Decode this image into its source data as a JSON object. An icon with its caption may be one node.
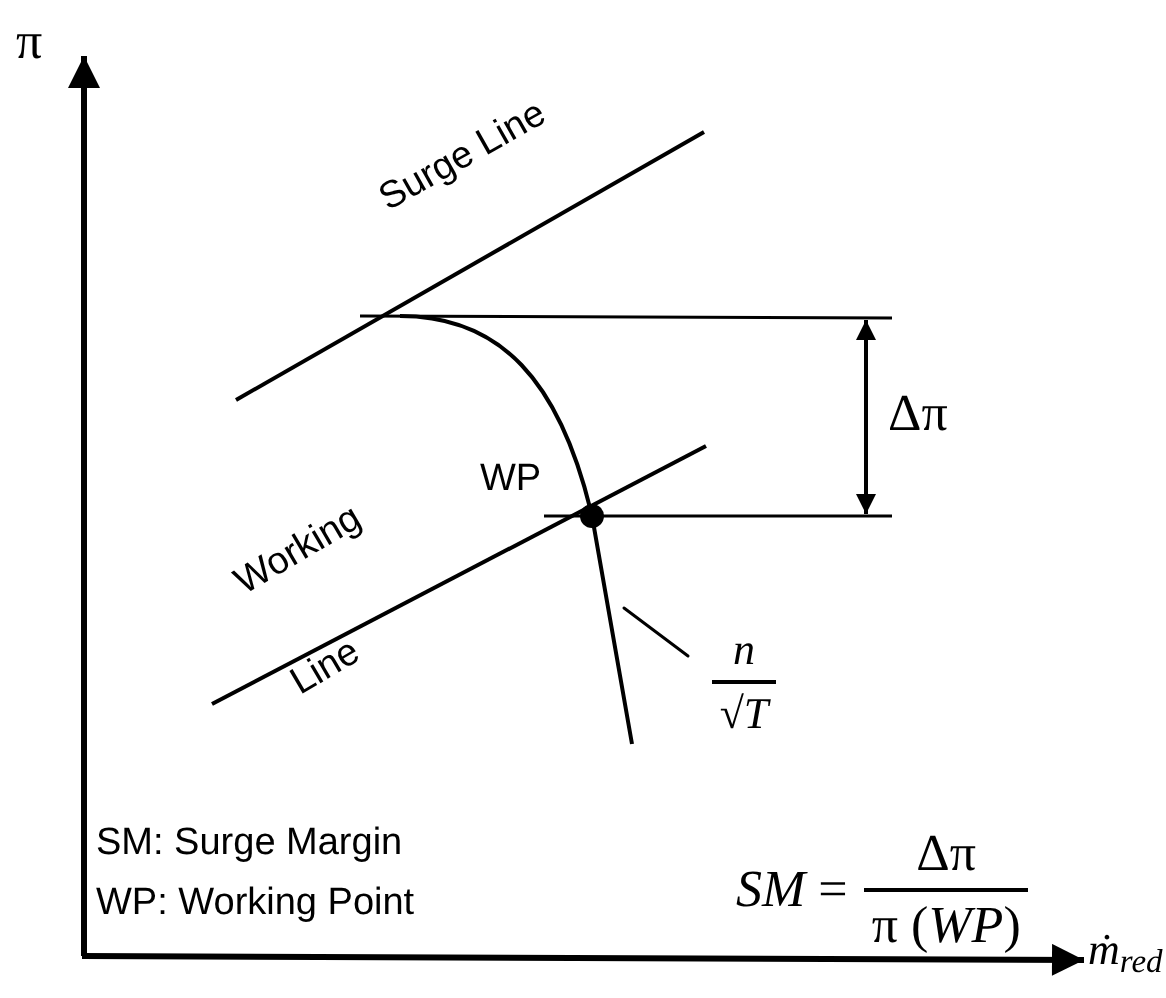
{
  "diagram": {
    "nodes": [
      {
        "text": [
          "n",
          "√T"
        ]
      },
      {
        "text": [],
        "shape": "curve"
      }
    ],
    "edges": [
      {
        "from": 0,
        "to": 1,
        "arrow": "none"
      }
    ],
    "labels": [
      "π",
      "Surge Line",
      "Δπ",
      "WP",
      "Working",
      "Line",
      "*SM* =",
      "Δπ",
      "π (*WP*)",
      "SM: Surge Margin",
      "WP: Working Point",
      "ṁ$_{red}$"
    ]
  }
}
